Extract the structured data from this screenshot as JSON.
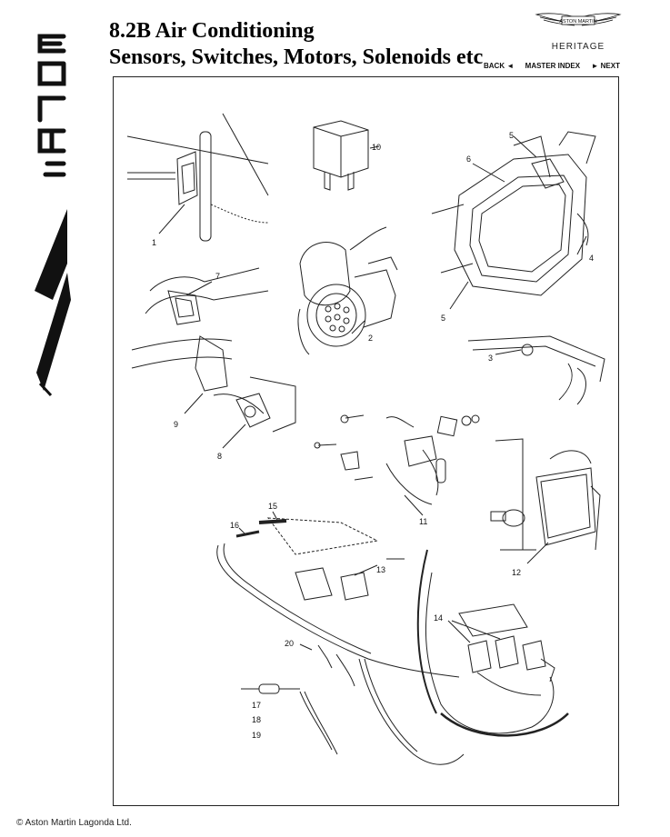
{
  "header": {
    "title_line1": "8.2B Air Conditioning",
    "title_line2": "Sensors, Switches, Motors, Solenoids etc"
  },
  "brand": {
    "logo_text": "ASTON MARTIN",
    "subtitle": "HERITAGE"
  },
  "nav": {
    "back": "BACK ◄",
    "index": "MASTER INDEX",
    "next": "► NEXT"
  },
  "diagram": {
    "callouts": [
      "1",
      "2",
      "3",
      "4",
      "5",
      "5",
      "6",
      "7",
      "8",
      "9",
      "10",
      "11",
      "12",
      "13",
      "14",
      "15",
      "16",
      "17",
      "18",
      "19",
      "20"
    ]
  },
  "footer": {
    "copyright": "© Aston Martin Lagonda Ltd."
  }
}
